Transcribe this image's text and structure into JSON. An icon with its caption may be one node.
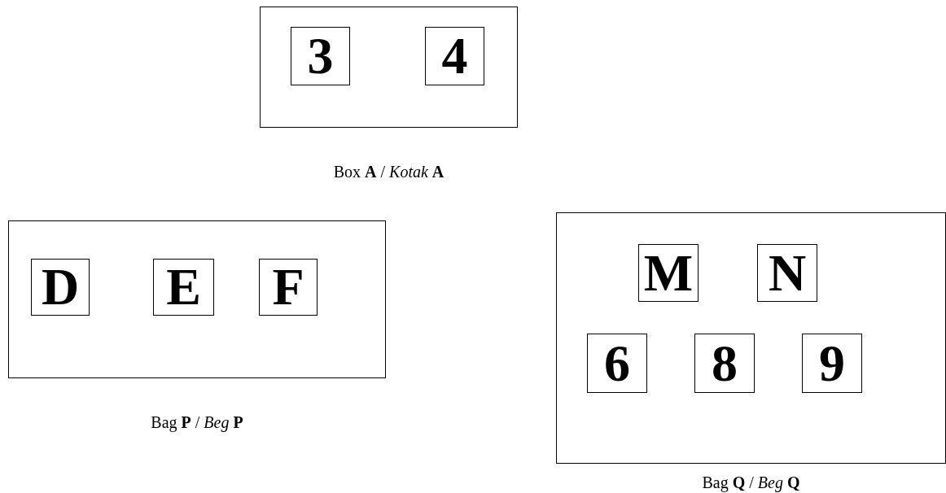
{
  "diagram": {
    "nodes": [
      {
        "text": [
          "Box **A** / *Kotak* **A**"
        ]
      },
      {
        "text": [
          "3"
        ],
        "in": 0
      },
      {
        "text": [
          "4"
        ],
        "in": 0
      },
      {
        "text": [
          "Bag **P** / *Beg* **P**"
        ]
      },
      {
        "text": [
          "D"
        ],
        "in": 3
      },
      {
        "text": [
          "E"
        ],
        "in": 3
      },
      {
        "text": [
          "F"
        ],
        "in": 3
      },
      {
        "text": [
          "Bag **Q** / *Beg* **Q**"
        ]
      },
      {
        "text": [
          "M"
        ],
        "in": 7
      },
      {
        "text": [
          "N"
        ],
        "in": 7
      },
      {
        "text": [
          "6"
        ],
        "in": 7
      },
      {
        "text": [
          "8"
        ],
        "in": 7
      },
      {
        "text": [
          "9"
        ],
        "in": 7
      }
    ]
  }
}
